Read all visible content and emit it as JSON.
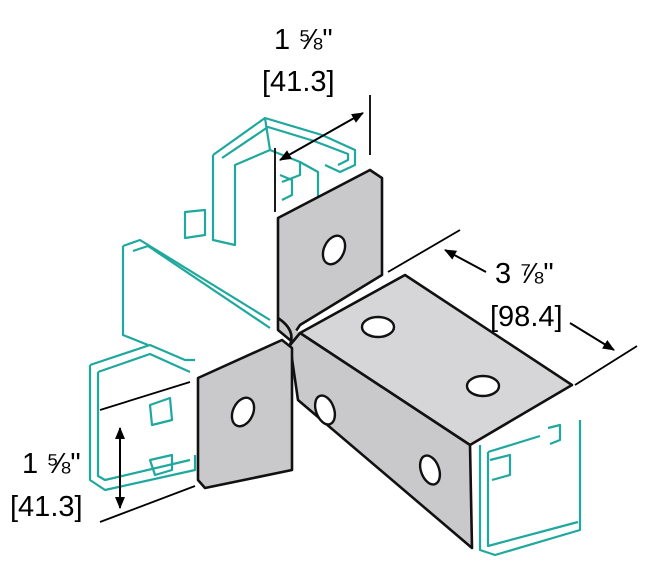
{
  "dimensions": {
    "top": {
      "imperial": "1 ⅝\"",
      "metric": "[41.3]"
    },
    "right": {
      "imperial": "3 ⅞\"",
      "metric": "[98.4]"
    },
    "left": {
      "imperial": "1 ⅝\"",
      "metric": "[41.3]"
    }
  },
  "colors": {
    "channel": "#1fa89e",
    "plate": "#c9c9cb",
    "line": "#000000"
  }
}
